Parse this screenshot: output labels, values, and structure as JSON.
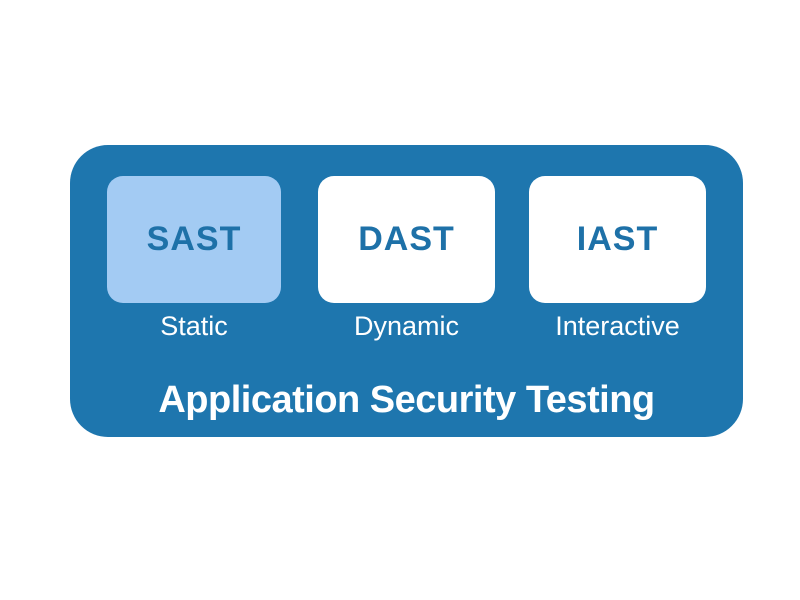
{
  "page": {
    "background_color": "#ffffff"
  },
  "diagram": {
    "title": "Application Security Testing",
    "container_color": "#1e76ae",
    "highlight_color": "#a3cbf3",
    "card_background_color": "#ffffff",
    "acronym_text_color": "#1e71a8",
    "title_text_color": "#ffffff",
    "cards": [
      {
        "acronym": "SAST",
        "label": "Static",
        "highlighted": true
      },
      {
        "acronym": "DAST",
        "label": "Dynamic",
        "highlighted": false
      },
      {
        "acronym": "IAST",
        "label": "Interactive",
        "highlighted": false
      }
    ]
  }
}
